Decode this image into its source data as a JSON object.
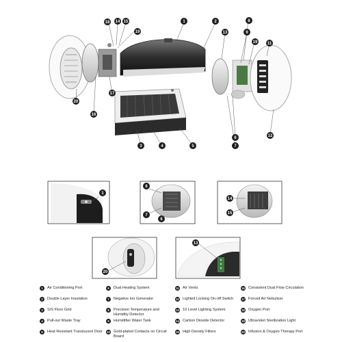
{
  "callouts": {
    "c1": "1",
    "c2": "2",
    "c3": "3",
    "c4": "4",
    "c5": "5",
    "c6": "6",
    "c7": "7",
    "c8": "8",
    "c9": "9",
    "c11": "11",
    "c12": "12",
    "c13": "13",
    "c14": "14",
    "c15": "15",
    "c16": "16",
    "c17": "17",
    "c18": "18",
    "c19": "19",
    "c20": "20"
  },
  "legend": [
    [
      {
        "num": "1",
        "text": "Air Conditioning Port"
      },
      {
        "num": "2",
        "text": "Double Layer Insulation"
      },
      {
        "num": "3",
        "text": "S/S Floor Grid"
      },
      {
        "num": "4",
        "text": "Pull-out Waste Tray"
      },
      {
        "num": "5",
        "text": "Heat Resistant Translucent Door"
      }
    ],
    [
      {
        "num": "6",
        "text": "Dual Heating System"
      },
      {
        "num": "7",
        "text": "Negative Ion Generator"
      },
      {
        "num": "8",
        "text": "Precision Temperature and Humidity Detector"
      },
      {
        "num": "9",
        "text": "Humidifier Water Tank"
      },
      {
        "num": "10",
        "text": "Gold-plated Contacts on Circuit Board"
      }
    ],
    [
      {
        "num": "11",
        "text": "Air Vents"
      },
      {
        "num": "12",
        "text": "Lighted Locking On-off Switch"
      },
      {
        "num": "13",
        "text": "10 Level Lighting System"
      },
      {
        "num": "14",
        "text": "Carbon Dioxide Detector"
      },
      {
        "num": "15",
        "text": "High Density Filters"
      }
    ],
    [
      {
        "num": "16",
        "text": "Consistent Dual Flow Circulation"
      },
      {
        "num": "17",
        "text": "Forced Air Nebulizer"
      },
      {
        "num": "18",
        "text": "Oxygen Port"
      },
      {
        "num": "19",
        "text": "Ultraviolet Sterilization Light"
      },
      {
        "num": "20",
        "text": "Infusion & Oxygen Therapy Port"
      }
    ]
  ]
}
